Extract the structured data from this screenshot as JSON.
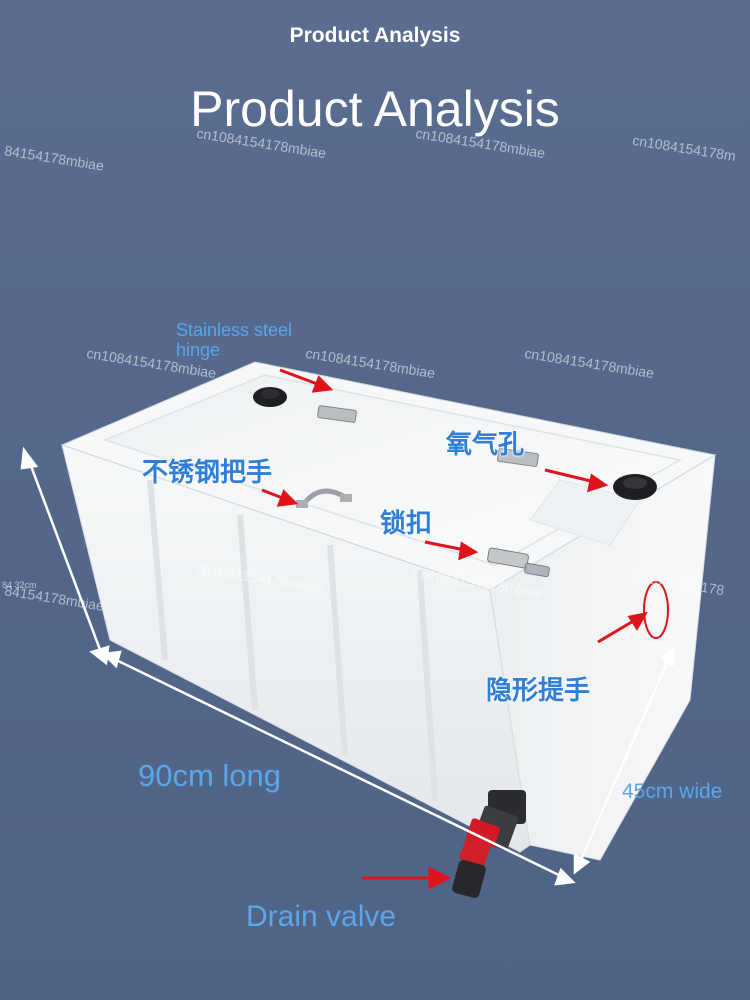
{
  "header": {
    "top_title": "Product Analysis",
    "main_title": "Product Analysis"
  },
  "watermark": {
    "text": "cn1084154178mbiae",
    "partial_a": "84154178mbiae",
    "partial_b": "cn1084154178m",
    "partial_c": "cn1084154178",
    "small_text": "84 32cm"
  },
  "labels": {
    "hinge_line1": "Stainless steel",
    "hinge_line2": "hinge",
    "oxygen_hole": "氧气孔",
    "steel_handle": "不锈钢把手",
    "lock_buckle": "锁扣",
    "hidden_handle": "隐形提手",
    "length": "90cm long",
    "width": "45cm wide",
    "drain_valve": "Drain valve"
  },
  "colors": {
    "background": "#55688c",
    "label_blue": "#5ba6e8",
    "label_cn": "#2f7fd6",
    "arrow_red": "#e0131b",
    "box_white": "#f4f6f7"
  }
}
